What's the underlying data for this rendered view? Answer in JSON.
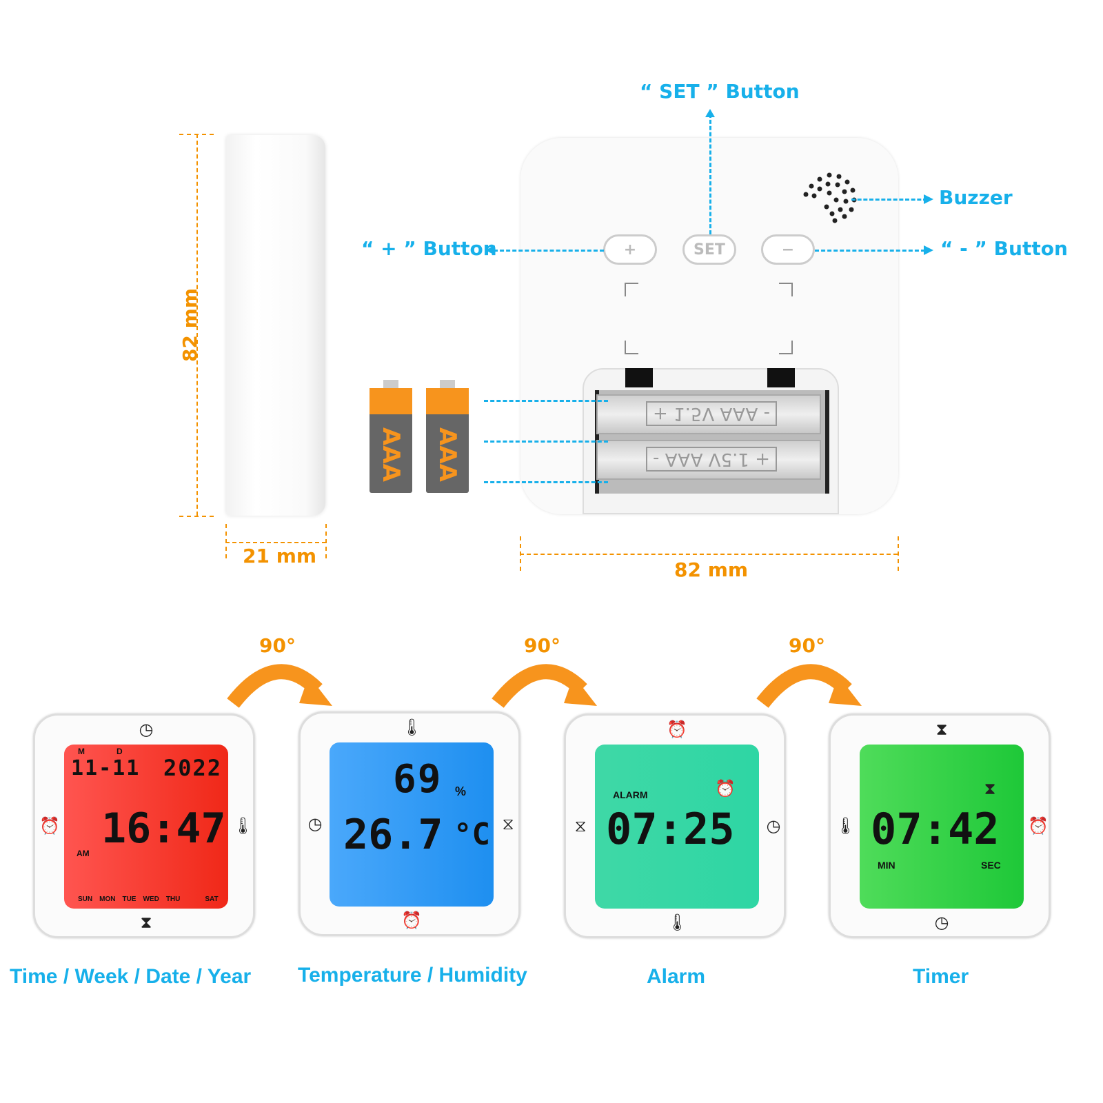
{
  "top": {
    "set_button_label": "“ SET ” Button",
    "buzzer_label": "Buzzer",
    "plus_button_label": "“ + ” Button",
    "minus_button_label": "“ - ” Button",
    "height_dim": "82 mm",
    "depth_dim": "21 mm",
    "width_dim": "82 mm",
    "buttons": {
      "plus": "+",
      "set": "SET",
      "minus": "−"
    },
    "battery_label": "AAA",
    "compartment_emboss": "+ 1.5V AAA -"
  },
  "rotation": {
    "angle": "90°"
  },
  "displays": [
    {
      "caption": "Time / Week / Date / Year",
      "color": "#ef3b2d",
      "month_day": "11-11",
      "m": "M",
      "d": "D",
      "year": "2022",
      "time": "16:47",
      "ampm": "AM",
      "weekdays": [
        "SUN",
        "MON",
        "TUE",
        "WED",
        "THU",
        "",
        "SAT"
      ],
      "icons": {
        "top": "clock-icon",
        "left": "alarm-icon",
        "right": "thermometer-icon",
        "bottom": "hourglass-icon"
      }
    },
    {
      "caption": "Temperature / Humidity",
      "color": "#2f9bf2",
      "humidity": "69",
      "humidity_unit": "%",
      "temperature": "26.7",
      "temperature_unit": "°C",
      "icons": {
        "top": "thermometer-icon",
        "left": "clock-icon",
        "right": "hourglass-icon",
        "bottom": "alarm-icon"
      }
    },
    {
      "caption": "Alarm",
      "color": "#2edba8",
      "alarm_label": "ALARM",
      "time": "07:25",
      "icons": {
        "top": "alarm-icon",
        "left": "hourglass-icon",
        "right": "clock-icon",
        "bottom": "thermometer-icon"
      }
    },
    {
      "caption": "Timer",
      "color": "#2ed34c",
      "time": "07:42",
      "min_label": "MIN",
      "sec_label": "SEC",
      "icons": {
        "top": "hourglass-icon",
        "left": "thermometer-icon",
        "right": "alarm-icon",
        "bottom": "clock-icon"
      }
    }
  ],
  "colors": {
    "accent_blue": "#17b0ea",
    "accent_orange": "#f39200"
  }
}
